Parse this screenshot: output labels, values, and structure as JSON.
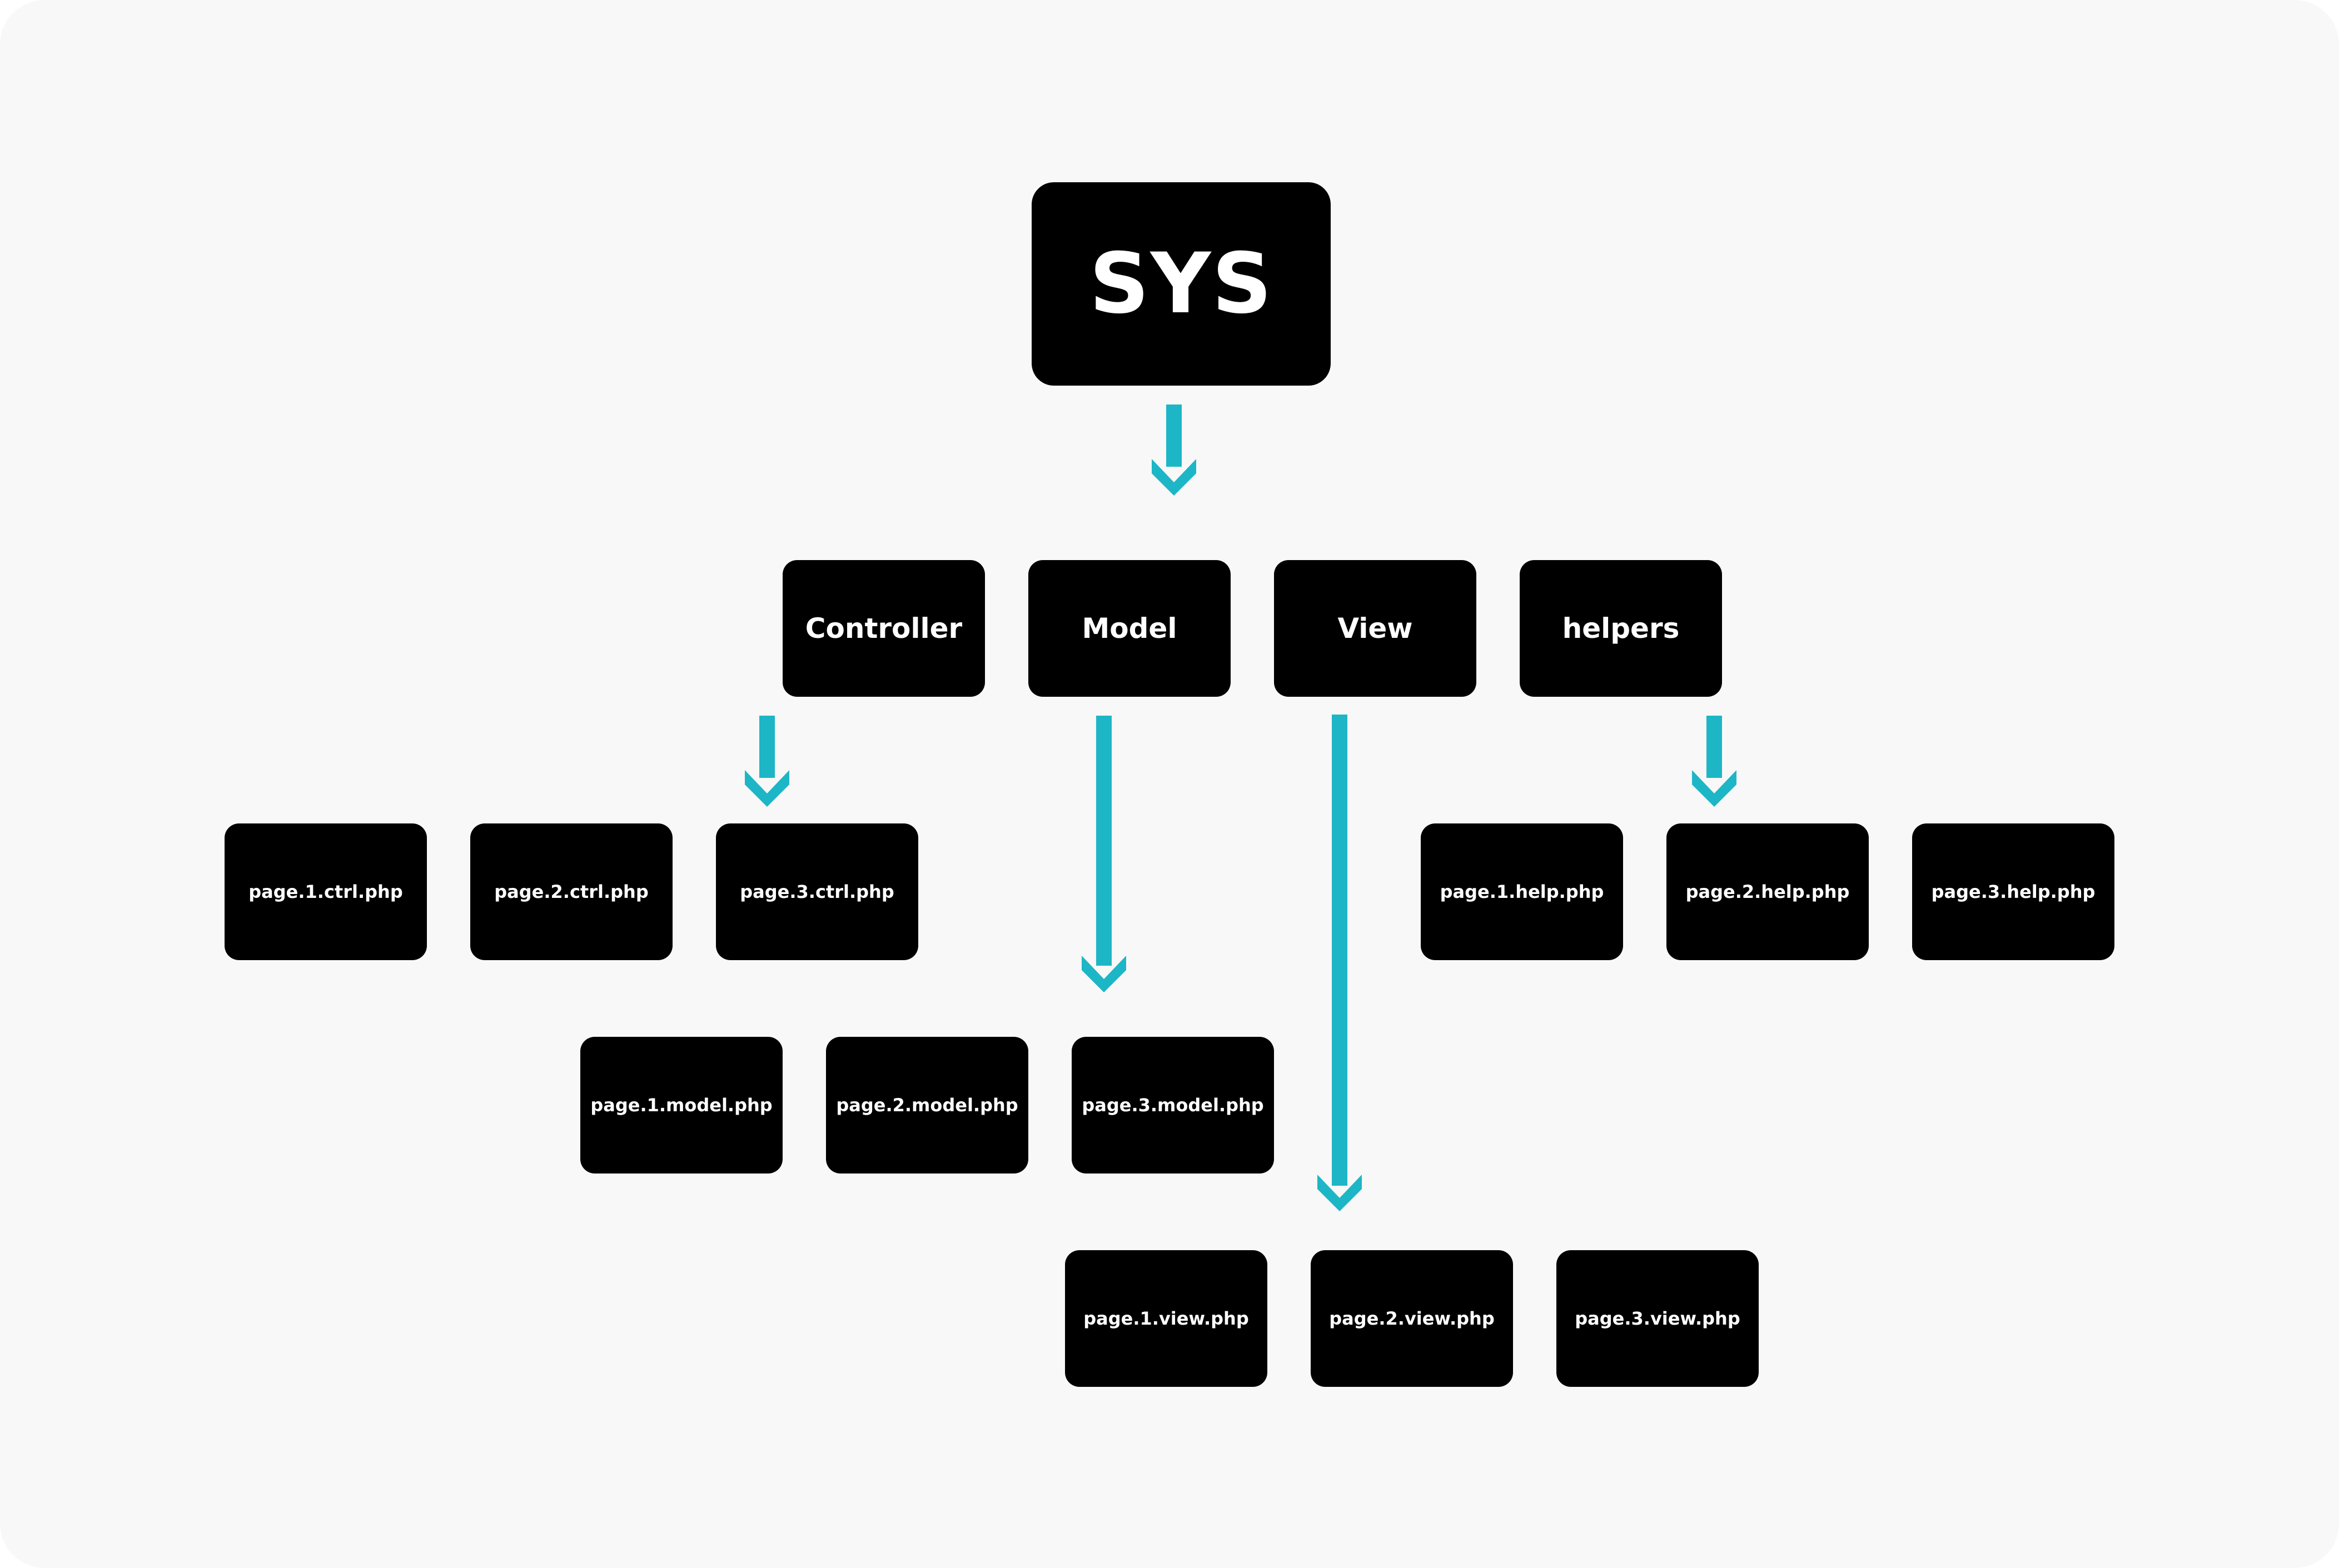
{
  "diagram": {
    "root": "SYS",
    "categories": {
      "controller": "Controller",
      "model": "Model",
      "view": "View",
      "helpers": "helpers"
    },
    "files": {
      "ctrl": [
        "page.1.ctrl.php",
        "page.2.ctrl.php",
        "page.3.ctrl.php"
      ],
      "model": [
        "page.1.model.php",
        "page.2.model.php",
        "page.3.model.php"
      ],
      "view": [
        "page.1.view.php",
        "page.2.view.php",
        "page.3.view.php"
      ],
      "help": [
        "page.1.help.php",
        "page.2.help.php",
        "page.3.help.php"
      ]
    },
    "colors": {
      "background": "#f8f8f8",
      "box": "#000000",
      "text": "#ffffff",
      "arrow": "#1db6c6"
    }
  }
}
